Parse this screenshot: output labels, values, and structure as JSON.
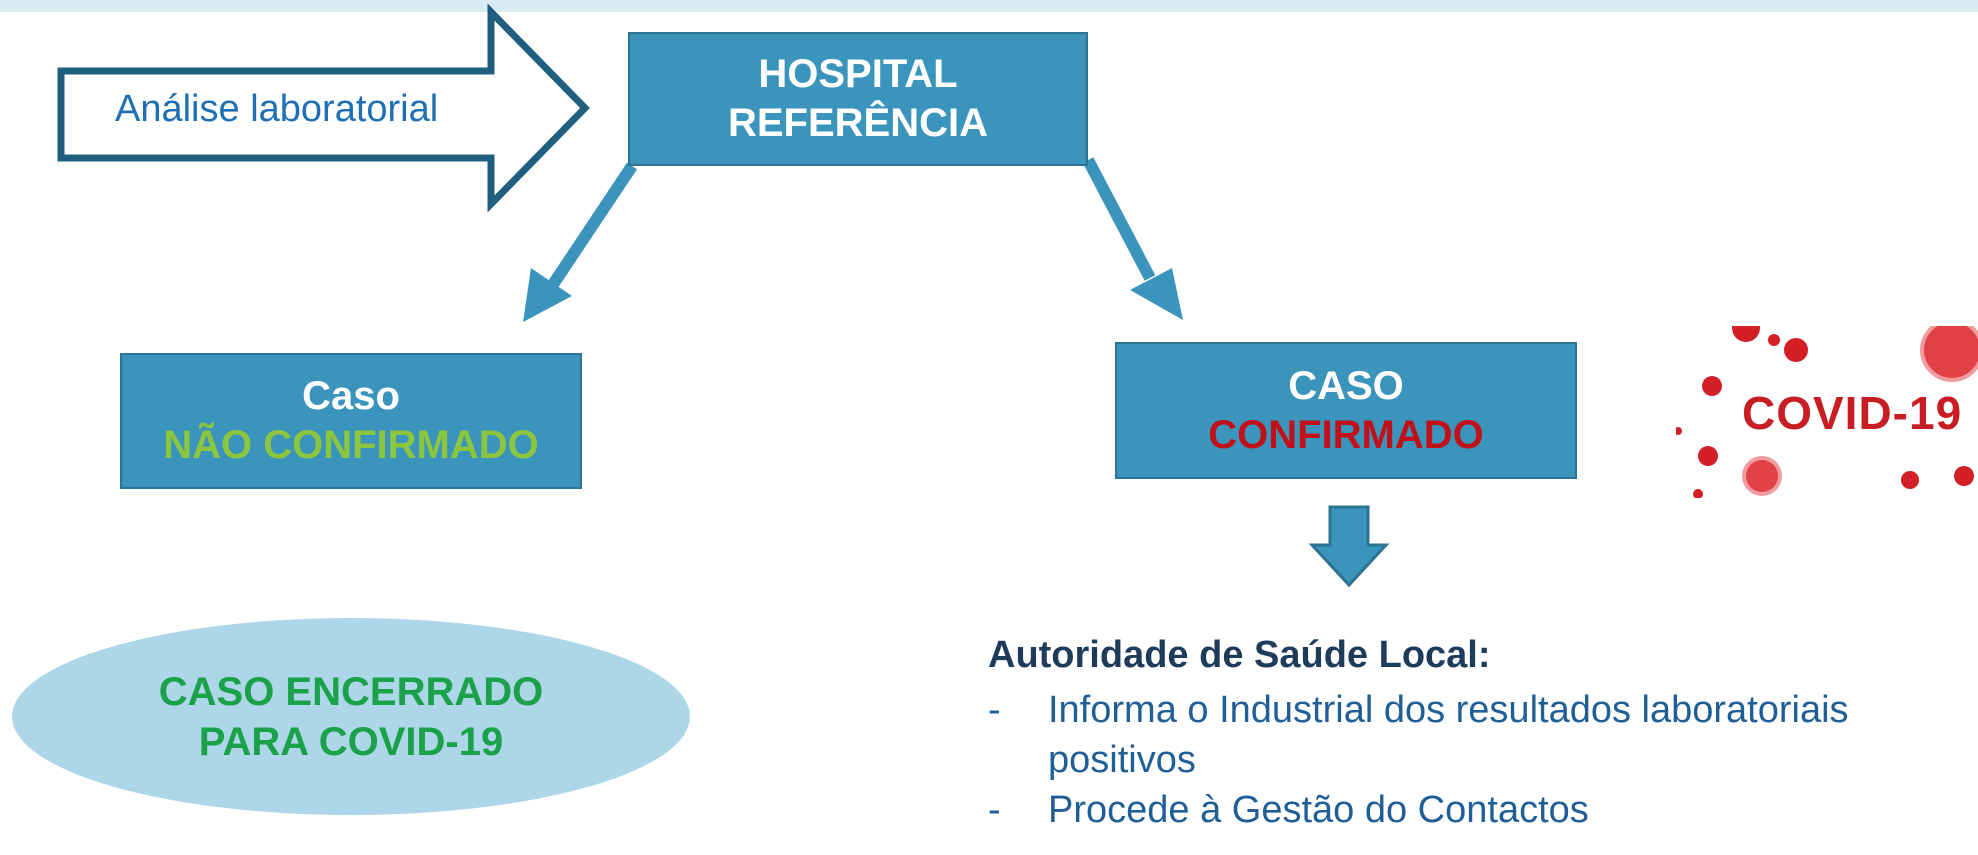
{
  "diagram": {
    "input_arrow_label": "Análise laboratorial",
    "hospital": {
      "line1": "HOSPITAL",
      "line2": "REFERÊNCIA"
    },
    "not_confirmed": {
      "line1": "Caso",
      "line2": "NÃO CONFIRMADO"
    },
    "confirmed": {
      "line1": "CASO",
      "line2": "CONFIRMADO"
    },
    "closed": {
      "line1": "CASO ENCERRADO",
      "line2": "PARA COVID-19"
    },
    "covid_image_text": "COVID-19",
    "authority": {
      "title": "Autoridade de Saúde Local:",
      "bullet": "-",
      "items": [
        "Informa o Industrial dos resultados laboratoriais positivos",
        "Procede à Gestão do Contactos"
      ]
    }
  },
  "colors": {
    "box_fill": "#3a94bb",
    "box_border": "#2c7394",
    "green_text": "#8cc63f",
    "red_text": "#c0111a",
    "ellipse_fill": "#add7e8",
    "closed_text": "#1aa14a",
    "arrow_outline": "#1f5e7e"
  }
}
